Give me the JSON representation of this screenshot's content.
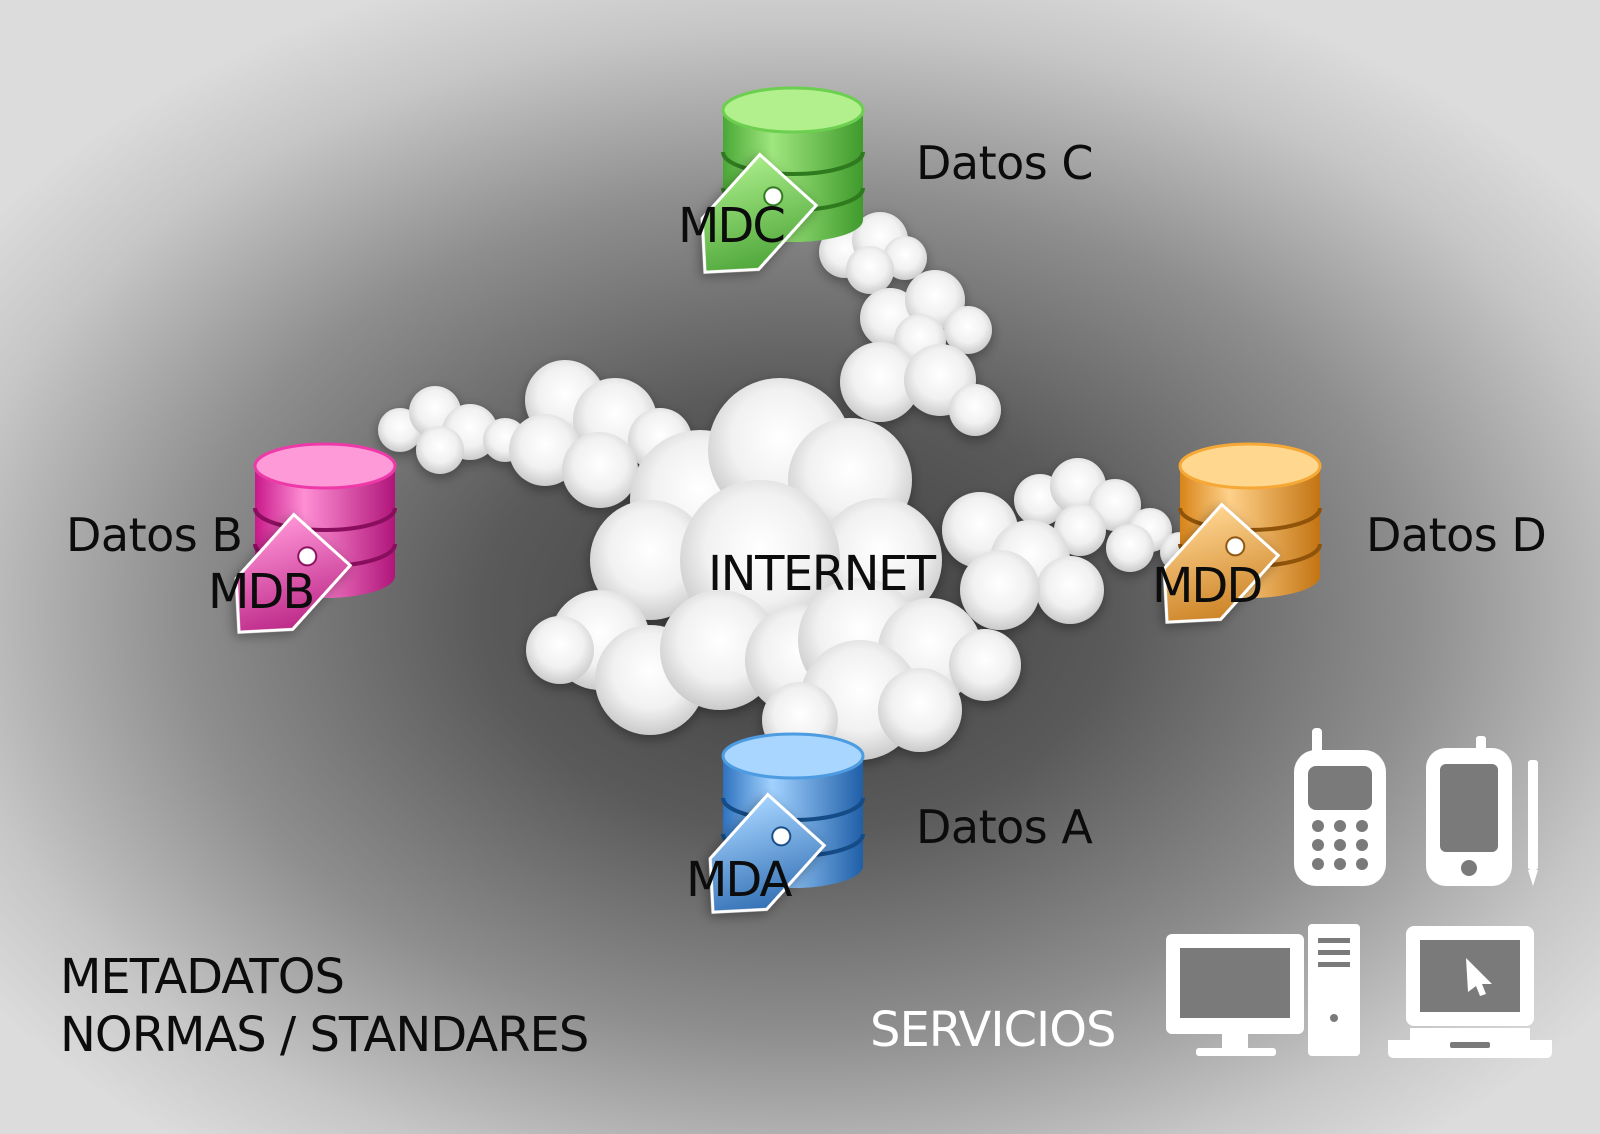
{
  "center": {
    "label": "INTERNET"
  },
  "databases": {
    "c": {
      "name": "Datos C",
      "tag": "MDC",
      "color_top": "#b2f08e",
      "color_mid": "#6ccf4f",
      "color_dark": "#3f9a2c"
    },
    "b": {
      "name": "Datos B",
      "tag": "MDB",
      "color_top": "#ff9ad8",
      "color_mid": "#ee3aa9",
      "color_dark": "#b0157a"
    },
    "d": {
      "name": "Datos D",
      "tag": "MDD",
      "color_top": "#ffd78e",
      "color_mid": "#f6a836",
      "color_dark": "#c37412"
    },
    "a": {
      "name": "Datos A",
      "tag": "MDA",
      "color_top": "#a8d6ff",
      "color_mid": "#4d9be0",
      "color_dark": "#1f5fa8"
    }
  },
  "footer": {
    "line1": "METADATOS",
    "line2": "NORMAS / STANDARES",
    "services": "SERVICIOS"
  },
  "devices": [
    "mobile-phone-icon",
    "smartphone-stylus-icon",
    "desktop-computer-icon",
    "laptop-icon"
  ]
}
